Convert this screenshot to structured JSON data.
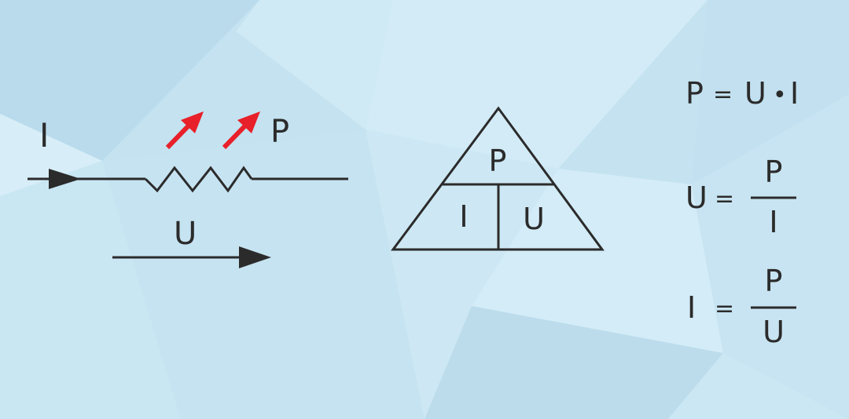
{
  "colors": {
    "background": "#c4e2f0",
    "ink": "#2b2b2b",
    "heat_arrow": "#e8202a"
  },
  "circuit": {
    "current_label": "I",
    "power_label": "P",
    "voltage_label": "U"
  },
  "triangle": {
    "top": "P",
    "bottom_left": "I",
    "bottom_right": "U"
  },
  "formulas": {
    "power": {
      "lhs": "P",
      "eq": "=",
      "rhs_left": "U",
      "op": "•",
      "rhs_right": "I"
    },
    "voltage": {
      "lhs": "U",
      "eq": "=",
      "numerator": "P",
      "denominator": "I"
    },
    "current": {
      "lhs": "I",
      "eq": "=",
      "numerator": "P",
      "denominator": "U"
    }
  }
}
